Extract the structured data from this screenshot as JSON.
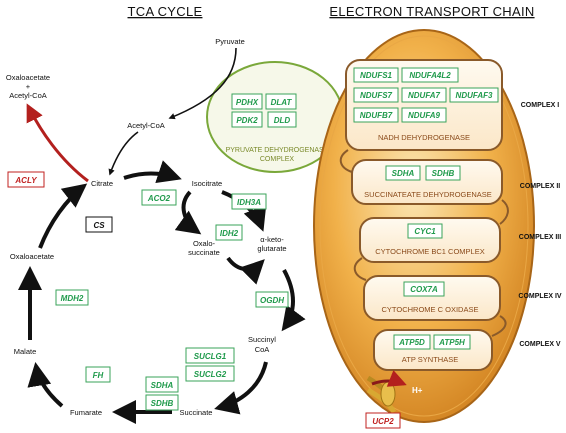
{
  "titles": {
    "tca": "TCA CYCLE",
    "etc": "ELECTRON TRANSPORT CHAIN"
  },
  "metabolites": {
    "pyruvate": "Pyruvate",
    "acetyl_coa": "Acetyl-CoA",
    "oxaloacetate_plus": [
      "Oxaloacetate",
      "+",
      "Acetyl-CoA"
    ],
    "citrate": "Citrate",
    "isocitrate": "Isocitrate",
    "oxalosuccinate": [
      "Oxalo-",
      "succinate"
    ],
    "ketoglutarate": [
      "α-keto-",
      "glutarate"
    ],
    "succinyl_coa": [
      "Succinyl",
      "CoA"
    ],
    "succinate": "Succinate",
    "fumarate": "Fumarate",
    "malate": "Malate",
    "oxaloacetate": "Oxaloacetate"
  },
  "genes": {
    "acly": "ACLY",
    "cs": "CS",
    "aco2": "ACO2",
    "idh3a": "IDH3A",
    "idh2": "IDH2",
    "ogdh": "OGDH",
    "suclg1": "SUCLG1",
    "suclg2": "SUCLG2",
    "sdha": "SDHA",
    "sdhb": "SDHB",
    "fh": "FH",
    "mdh2": "MDH2",
    "pdhx": "PDHX",
    "dlat": "DLAT",
    "pdk2": "PDK2",
    "dld": "DLD"
  },
  "pdh_complex": [
    "PYRUVATE DEHYDROGENASE",
    "COMPLEX"
  ],
  "etc": {
    "complex1": {
      "label": "COMPLEX I",
      "name": "NADH DEHYDROGENASE",
      "genes": [
        "NDUFS1",
        "NDUFA4L2",
        "NDUFS7",
        "NDUFA7",
        "NDUFAF3",
        "NDUFB7",
        "NDUFA9"
      ]
    },
    "complex2": {
      "label": "COMPLEX II",
      "name": "SUCCINATEATE DEHYDROGENASE",
      "genes": [
        "SDHA",
        "SDHB"
      ]
    },
    "complex3": {
      "label": "COMPLEX III",
      "name": "CYTOCHROME BC1 COMPLEX",
      "genes": [
        "CYC1"
      ]
    },
    "complex4": {
      "label": "COMPLEX IV",
      "name": "CYTOCHROME C OXIDASE",
      "genes": [
        "COX7A"
      ]
    },
    "complex5": {
      "label": "COMPLEX V",
      "name": "ATP SYNTHASE",
      "genes": [
        "ATP5D",
        "ATP5H"
      ]
    },
    "hplus": "H+",
    "ucp2": "UCP2"
  },
  "colors": {
    "gene_green": "#1f9a4b",
    "red": "#c0201f",
    "orange": "#d98a1c",
    "pdh_fill": "#f6f8e9",
    "pdh_stroke": "#7aa83a"
  }
}
